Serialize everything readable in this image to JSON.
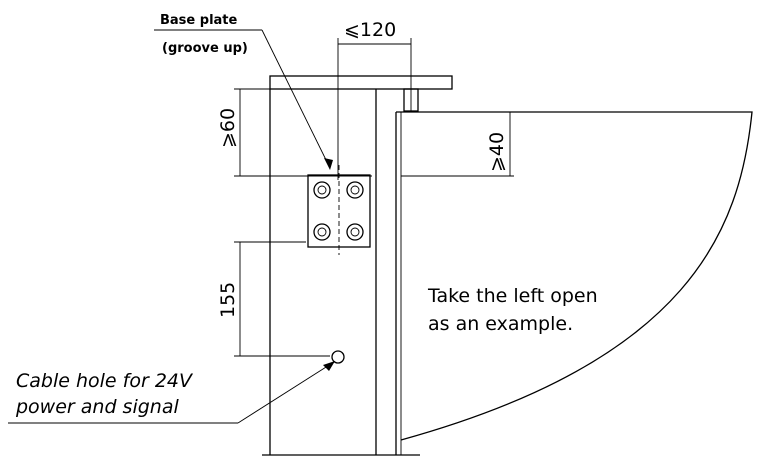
{
  "labels": {
    "base_plate": "Base plate",
    "groove_up": "(groove up)",
    "note_line1": "Take the left open",
    "note_line2": "as an example.",
    "cable_line1": "Cable hole for 24V",
    "cable_line2": "power and signal"
  },
  "dimensions": {
    "top_width": "⩽120",
    "left_upper": "⩾60",
    "right_upper": "⩾40",
    "left_lower": "155"
  }
}
